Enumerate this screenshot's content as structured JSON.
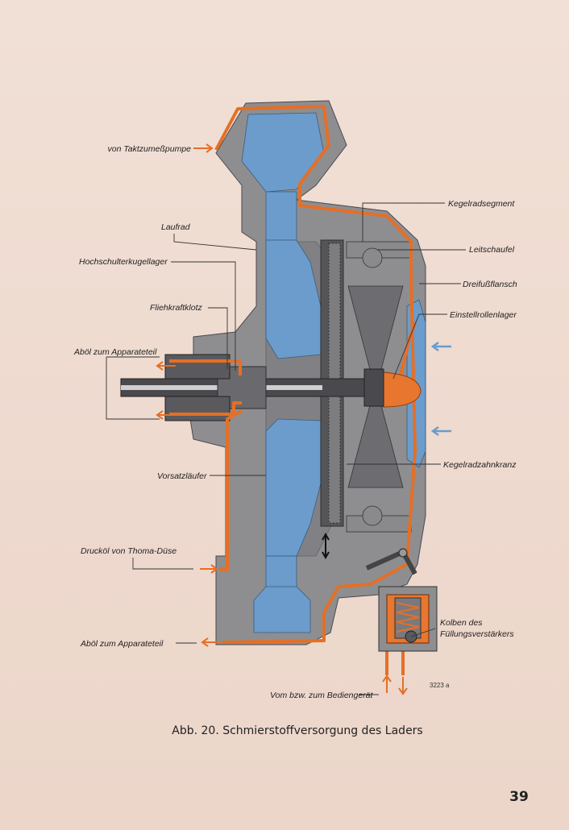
{
  "labels": {
    "taktzumesspumpe": "von Taktzumeßpumpe",
    "laufrad": "Laufrad",
    "hochschulter": "Hochschulterkugellager",
    "fliehkraft": "Fliehkraftklotz",
    "aboel1": "Aböl zum Apparateteil",
    "vorsatz": "Vorsatzläufer",
    "drucköl": "Drucköl von Thoma-Düse",
    "aboel2": "Aböl zum Apparateteil",
    "kegelradsegment": "Kegelradsegment",
    "leitschaufel": "Leitschaufel",
    "dreifuss": "Dreifußflansch",
    "einstell": "Einstellrollenlager",
    "kegelradzahnkranz": "Kegelradzahnkranz",
    "kolben1": "Kolben des",
    "kolben2": "Füllungsverstärkers",
    "bediengeraet": "Vom bzw. zum Bediengerät",
    "figref": "3223 a"
  },
  "caption": "Abb. 20. Schmierstoffversorgung des Laders",
  "page_number": "39",
  "colors": {
    "paper": "#efdcd2",
    "housing": "#8d8d8f",
    "housing_dark": "#6c6c70",
    "fluid": "#6a9cc9",
    "oil": "#e8762e",
    "shaft": "#4a4a4e"
  }
}
